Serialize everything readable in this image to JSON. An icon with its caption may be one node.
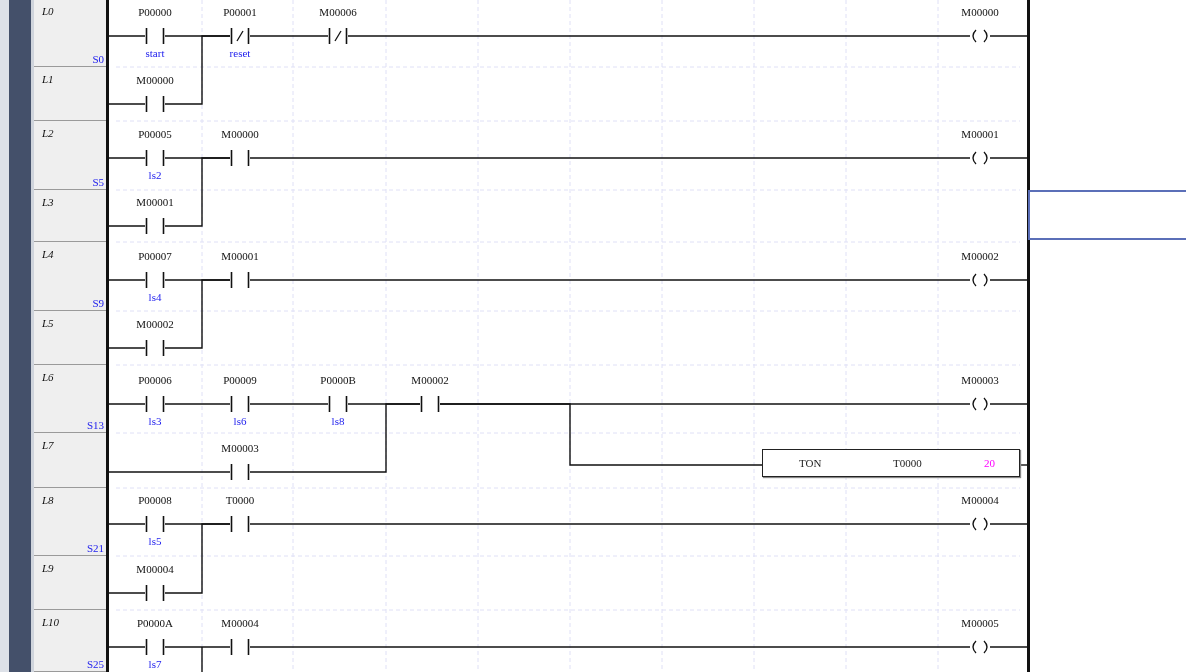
{
  "diagram": {
    "nodes": [
      {
        "text": [],
        "shape": "bar"
      },
      {
        "text": [
          "P00000"
        ],
        "beside": [
          "start"
        ]
      },
      {
        "text": [
          "P00001"
        ],
        "beside": [
          "reset"
        ]
      },
      {
        "text": [
          "M00006"
        ]
      },
      {
        "text": [
          "M00000"
        ]
      },
      {
        "text": [
          "M00000"
        ]
      },
      {
        "text": [
          "P00005"
        ],
        "beside": [
          "ls2"
        ]
      },
      {
        "text": [
          "M00000"
        ]
      },
      {
        "text": [
          "M00001"
        ]
      },
      {
        "text": [
          "M00001"
        ]
      },
      {
        "text": [
          "P00007"
        ],
        "beside": [
          "ls4"
        ]
      },
      {
        "text": [
          "M00001"
        ]
      },
      {
        "text": [
          "M00002"
        ]
      },
      {
        "text": [
          "M00002"
        ]
      },
      {
        "text": [
          "P00006"
        ],
        "beside": [
          "ls3"
        ]
      },
      {
        "text": [
          "P00009"
        ],
        "beside": [
          "ls6"
        ]
      },
      {
        "text": [
          "P0000B"
        ],
        "beside": [
          "ls8"
        ]
      },
      {
        "text": [
          "M00002"
        ]
      },
      {
        "text": [
          "M00003"
        ]
      },
      {
        "text": [
          "M00003"
        ]
      },
      {
        "text": [
          "TON",
          "T0000",
          "20"
        ]
      },
      {
        "text": [
          "P00008"
        ],
        "beside": [
          "ls5"
        ]
      },
      {
        "text": [
          "T0000"
        ]
      },
      {
        "text": [
          "M00004"
        ]
      },
      {
        "text": [
          "M00004"
        ]
      },
      {
        "text": [
          "P0000A"
        ],
        "beside": [
          "ls7"
        ]
      },
      {
        "text": [
          "M00004"
        ]
      },
      {
        "text": [
          "M00005"
        ]
      },
      {
        "text": [],
        "shape": "bar"
      },
      {
        "text": [],
        "shape": "box"
      }
    ],
    "edges": [
      {
        "from": 0,
        "to": 1,
        "arrow": "none"
      },
      {
        "from": 1,
        "to": 2,
        "arrow": "none"
      },
      {
        "from": 2,
        "to": 3,
        "arrow": "none"
      },
      {
        "from": 3,
        "to": 4,
        "arrow": "none"
      },
      {
        "from": 4,
        "to": 28,
        "arrow": "none"
      },
      {
        "from": 0,
        "to": 5,
        "arrow": "none"
      },
      {
        "from": 5,
        "to": 2,
        "arrow": "none"
      },
      {
        "from": 0,
        "to": 6,
        "arrow": "none"
      },
      {
        "from": 6,
        "to": 7,
        "arrow": "none"
      },
      {
        "from": 7,
        "to": 8,
        "arrow": "none"
      },
      {
        "from": 8,
        "to": 28,
        "arrow": "none"
      },
      {
        "from": 0,
        "to": 9,
        "arrow": "none"
      },
      {
        "from": 9,
        "to": 7,
        "arrow": "none"
      },
      {
        "from": 0,
        "to": 10,
        "arrow": "none"
      },
      {
        "from": 10,
        "to": 11,
        "arrow": "none"
      },
      {
        "from": 11,
        "to": 12,
        "arrow": "none"
      },
      {
        "from": 12,
        "to": 28,
        "arrow": "none"
      },
      {
        "from": 0,
        "to": 13,
        "arrow": "none"
      },
      {
        "from": 13,
        "to": 11,
        "arrow": "none"
      },
      {
        "from": 0,
        "to": 14,
        "arrow": "none"
      },
      {
        "from": 14,
        "to": 15,
        "arrow": "none"
      },
      {
        "from": 15,
        "to": 16,
        "arrow": "none"
      },
      {
        "from": 16,
        "to": 17,
        "arrow": "none"
      },
      {
        "from": 17,
        "to": 18,
        "arrow": "none"
      },
      {
        "from": 18,
        "to": 28,
        "arrow": "none"
      },
      {
        "from": 0,
        "to": 19,
        "arrow": "none"
      },
      {
        "from": 19,
        "to": 17,
        "arrow": "none"
      },
      {
        "from": 17,
        "to": 20,
        "arrow": "none"
      },
      {
        "from": 20,
        "to": 28,
        "arrow": "none"
      },
      {
        "from": 0,
        "to": 21,
        "arrow": "none"
      },
      {
        "from": 21,
        "to": 22,
        "arrow": "none"
      },
      {
        "from": 22,
        "to": 23,
        "arrow": "none"
      },
      {
        "from": 23,
        "to": 28,
        "arrow": "none"
      },
      {
        "from": 0,
        "to": 24,
        "arrow": "none"
      },
      {
        "from": 24,
        "to": 22,
        "arrow": "none"
      },
      {
        "from": 0,
        "to": 25,
        "arrow": "none"
      },
      {
        "from": 25,
        "to": 26,
        "arrow": "none"
      },
      {
        "from": 26,
        "to": 27,
        "arrow": "none"
      },
      {
        "from": 27,
        "to": 28,
        "arrow": "none"
      }
    ],
    "labels": [
      "L0",
      "S0",
      "L1",
      "L2",
      "S5",
      "L3",
      "L4",
      "S9",
      "L5",
      "L6",
      "S13",
      "L7",
      "L8",
      "S21",
      "L9",
      "L10",
      "S25"
    ]
  }
}
